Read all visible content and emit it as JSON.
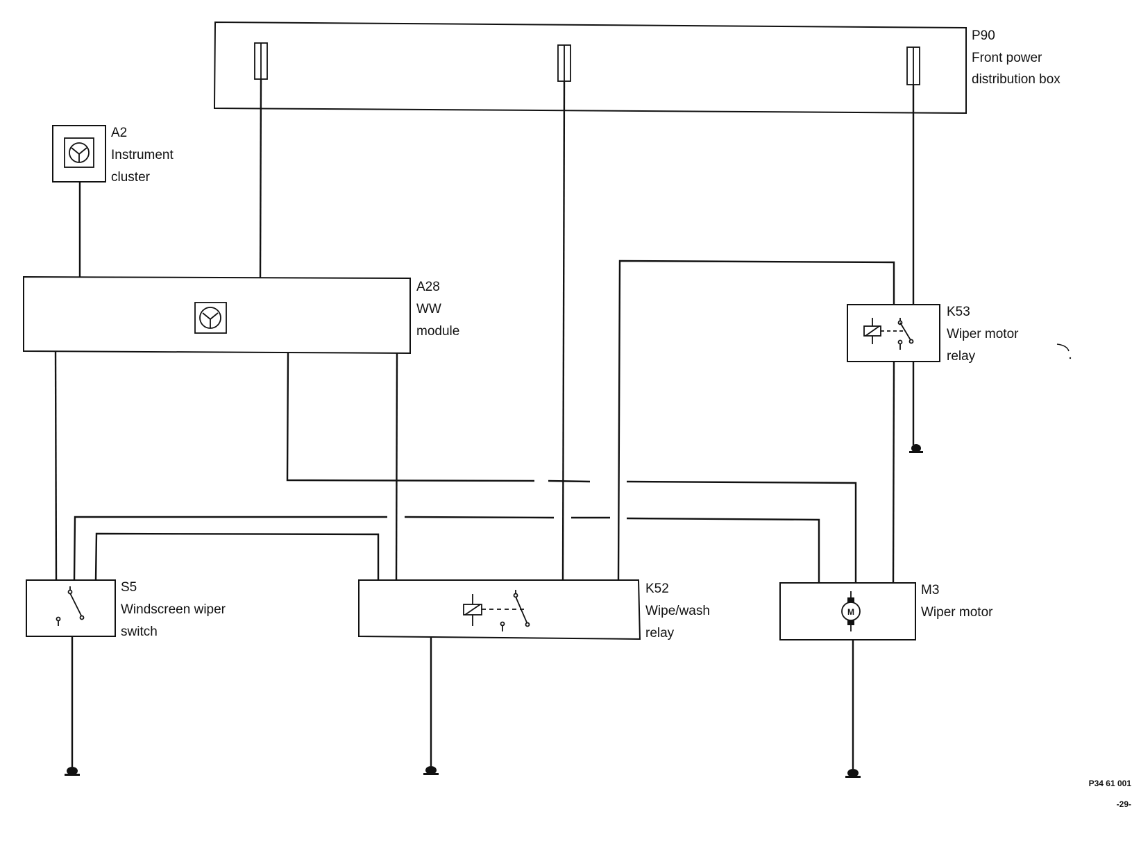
{
  "components": {
    "p90": {
      "code": "P90",
      "line1": "Front power",
      "line2": "distribution box"
    },
    "a2": {
      "code": "A2",
      "line1": "Instrument",
      "line2": "cluster"
    },
    "a28": {
      "code": "A28",
      "line1": "WW",
      "line2": "module"
    },
    "k53": {
      "code": "K53",
      "line1": "Wiper motor",
      "line2": "relay"
    },
    "s5": {
      "code": "S5",
      "line1": "Windscreen wiper",
      "line2": "switch"
    },
    "k52": {
      "code": "K52",
      "line1": "Wipe/wash",
      "line2": "relay"
    },
    "m3": {
      "code": "M3",
      "line1": "Wiper motor",
      "motor_letter": "M"
    }
  },
  "footer": {
    "ref": "P34 61 001",
    "page": "-29-"
  },
  "icons": [
    "fuse-icon",
    "electronic-module-icon",
    "relay-icon",
    "switch-icon",
    "motor-icon",
    "ground-icon"
  ]
}
